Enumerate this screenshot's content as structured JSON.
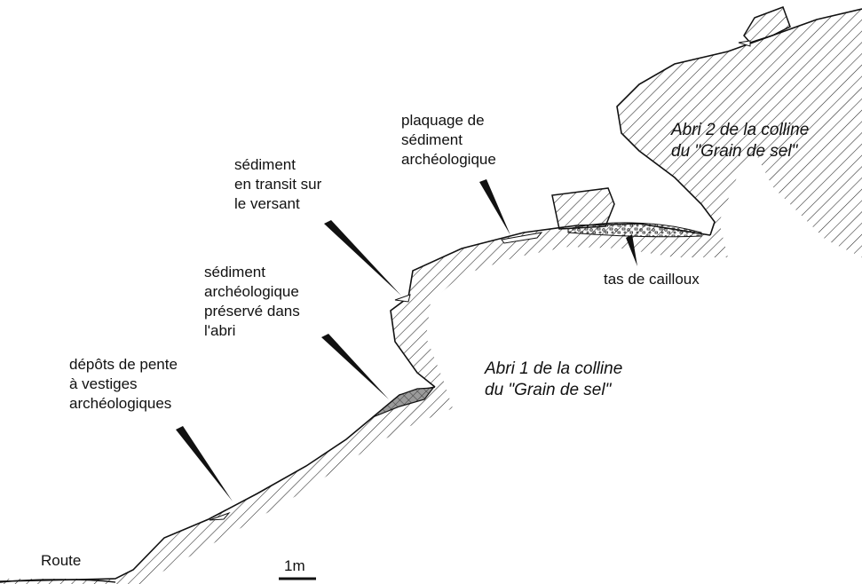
{
  "labels": {
    "plaquage": [
      "plaquage de",
      "sédiment",
      "archéologique"
    ],
    "transit": [
      "sédiment",
      "en transit sur",
      "le versant"
    ],
    "preserve": [
      "sédiment",
      "archéologique",
      "préservé dans",
      "l'abri"
    ],
    "depots": [
      "dépôts de pente",
      "à vestiges",
      "archéologiques"
    ],
    "tas": "tas de cailloux",
    "route": "Route"
  },
  "shelters": {
    "abri1": [
      "Abri 1 de la colline",
      "du \"Grain de sel\""
    ],
    "abri2": [
      "Abri 2 de la colline",
      "du \"Grain de sel\""
    ]
  },
  "scale": {
    "label": "1m"
  },
  "colors": {
    "line": "#111111",
    "hatch": "#222222",
    "fill_preserved": "#9a9a9a",
    "background": "#ffffff"
  }
}
